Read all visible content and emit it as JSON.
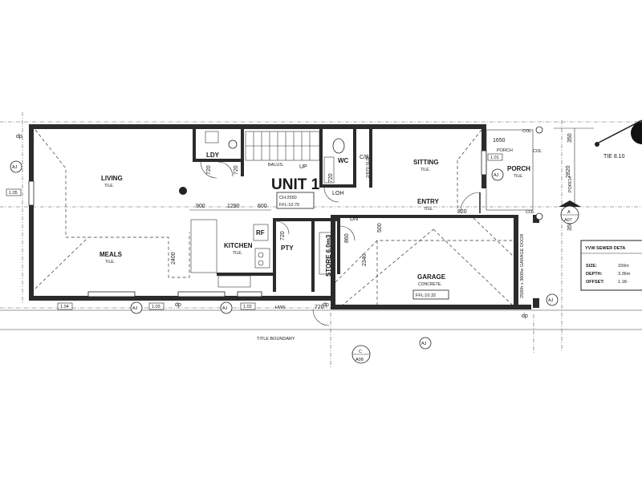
{
  "unit_title": "UNIT 1",
  "ceiling": {
    "ch": "CH:2550",
    "ffl": "FFL:10.70"
  },
  "rooms": {
    "living": {
      "name": "LIVING",
      "finish": "TILE."
    },
    "meals": {
      "name": "MEALS",
      "finish": "TILE."
    },
    "kitchen": {
      "name": "KITCHEN",
      "finish": "TILE."
    },
    "sitting": {
      "name": "SITTING",
      "finish": "TILE."
    },
    "entry": {
      "name": "ENTRY",
      "finish": "TILE."
    },
    "garage": {
      "name": "GARAGE",
      "finish": "CONCRETE."
    },
    "porch_side": {
      "name": "PORCH",
      "finish": "TILE."
    },
    "ldy": "LDY",
    "wc": "WC",
    "pty": "PTY",
    "store": "STORE 6.0m3",
    "refrigerator": "RF",
    "porch_top": "PORCH",
    "porch_vertical": "PORCH"
  },
  "garage_ffl": "FFL:10.32",
  "garage_door": "2500h x 3600w GARAGE DOOR",
  "dimensions": {
    "d900": "900",
    "d1290": "1290",
    "d600": "600",
    "d2400": "2400",
    "d720_ldy_a": "720",
    "d720_ldy_b": "720",
    "d720_wc": "720",
    "d720_pty": "720",
    "d720_bottom": "720",
    "d820": "820",
    "d860": "860",
    "d500": "500",
    "d2340": "2340",
    "d1650": "1650",
    "d2820": "2820",
    "d350_a": "350",
    "d350_b": "350"
  },
  "labels": {
    "balus": "BALUS.",
    "up": "UP",
    "cb": "C/B",
    "sld": "2/870.SLD",
    "loh": "LOH",
    "dn": "DN",
    "hws": "HWS",
    "dp_a": "dp",
    "dp_b": "dp",
    "dp_c": "dp",
    "dp_d": "dp",
    "col_a": "COL",
    "col_b": "COL",
    "col_c": "COL",
    "tie": "TIE 8.10",
    "title_boundary": "TITLE BOUNDARY"
  },
  "window_tags": {
    "w105": "1.05",
    "w101": "1.01",
    "w104": "1.04",
    "w103": "1.03",
    "w102": "1.02"
  },
  "section_markers": {
    "a": {
      "letter": "A",
      "sheet": "A07"
    },
    "c": {
      "letter": "C",
      "sheet": "A08"
    }
  },
  "aj_marker": "AJ",
  "sewer": {
    "title": "YVW SEWER DETA",
    "rows": [
      {
        "label": "SIZE:",
        "value": "150m"
      },
      {
        "label": "DEPTH:",
        "value": "3.36m"
      },
      {
        "label": "OFFSET:",
        "value": "1.18-"
      }
    ]
  }
}
